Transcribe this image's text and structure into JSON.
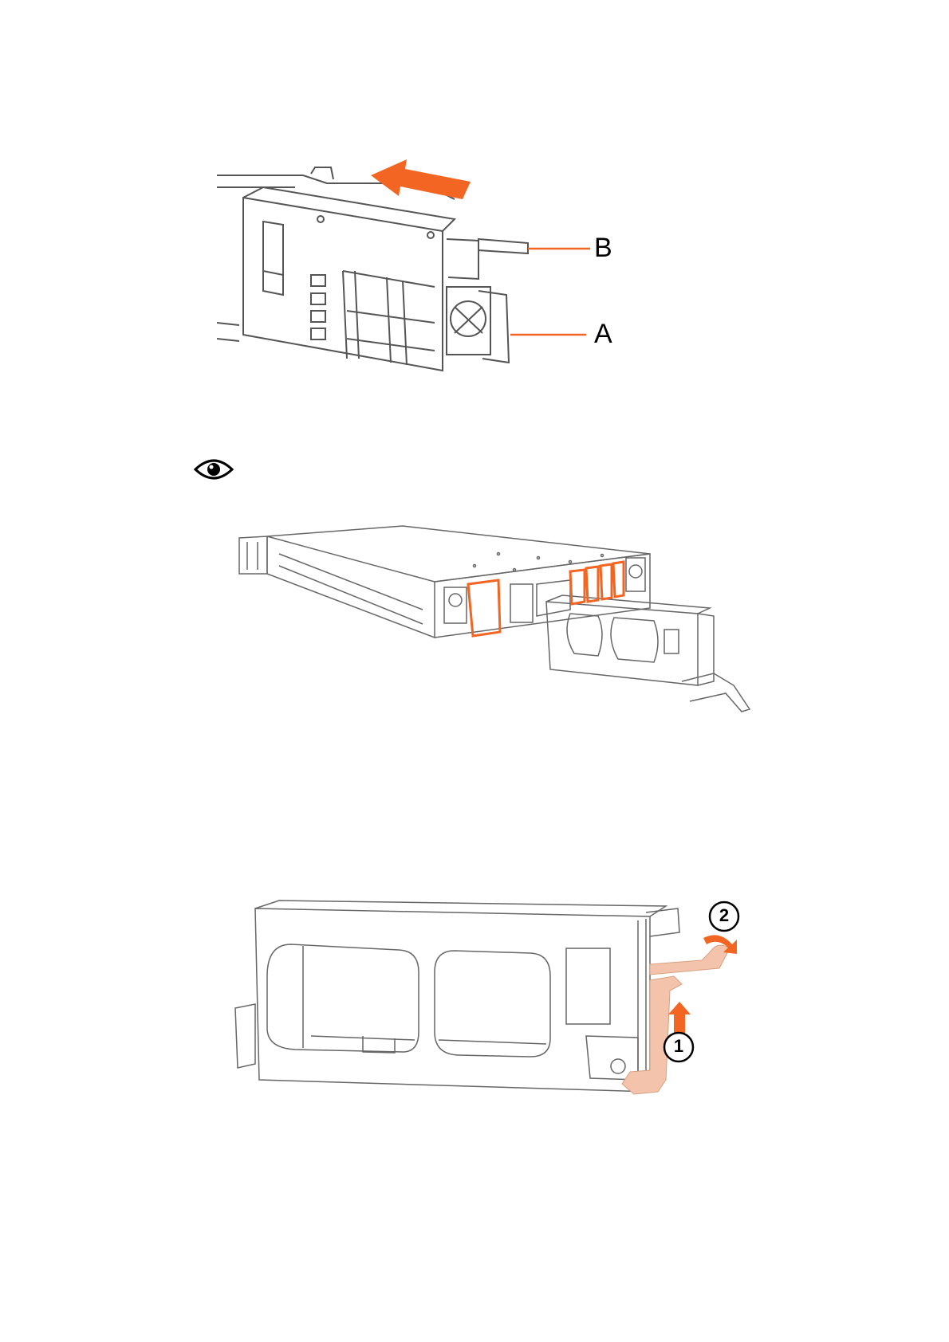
{
  "figures": [
    {
      "callouts": [
        {
          "letter": "B"
        },
        {
          "letter": "A"
        }
      ]
    },
    {
      "icon": "eye-icon"
    },
    {
      "steps": [
        {
          "number": "2"
        },
        {
          "number": "1"
        }
      ]
    }
  ],
  "colors": {
    "accent": "#f26522",
    "accent_light": "#f3c4ab",
    "line": "#444444"
  }
}
